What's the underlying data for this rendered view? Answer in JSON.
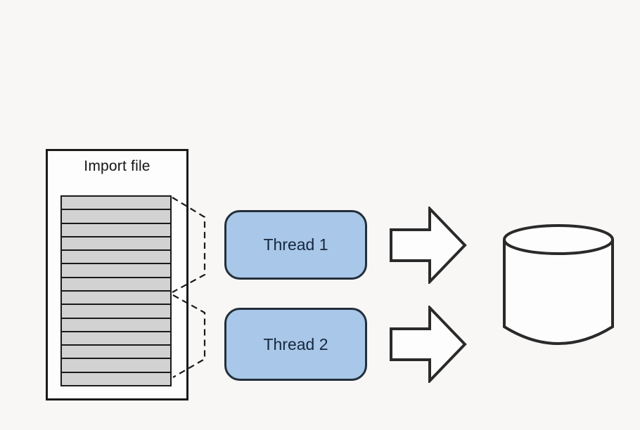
{
  "import_file": {
    "label": "Import file",
    "row_count": 14
  },
  "threads": [
    {
      "label": "Thread 1"
    },
    {
      "label": "Thread 2"
    }
  ],
  "icons": {
    "arrow_1": "right-block-arrow",
    "arrow_2": "right-block-arrow",
    "database": "database-cylinder",
    "connector_top": "dashed-bracket",
    "connector_bottom": "dashed-bracket"
  },
  "colors": {
    "background": "#f8f7f6",
    "line": "#1a1a1a",
    "stripe_fill": "#d2d2d2",
    "thread_fill": "#a9c7e8",
    "thread_border": "#232f3a",
    "thread_text": "#16273e",
    "shape_stroke": "#2a2a2a",
    "shape_fill": "#fdfdfd"
  }
}
